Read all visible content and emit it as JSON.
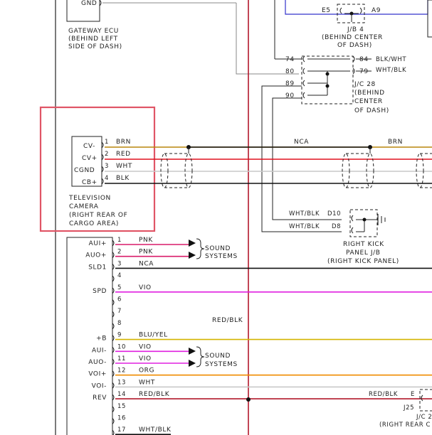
{
  "gateway": {
    "pin": "GND",
    "label_lines": [
      "GATEWAY ECU",
      "(BEHIND LEFT",
      "SIDE OF DASH)"
    ]
  },
  "jb4": {
    "pins": [
      "E5",
      "A9"
    ],
    "label_lines": [
      "J/B 4",
      "(BEHIND CENTER",
      "OF DASH)"
    ]
  },
  "jc28": {
    "left_pins": [
      "74",
      "80",
      "89",
      "90"
    ],
    "right_pins": [
      "84",
      "79"
    ],
    "right_wires": [
      "BLK/WHT",
      "WHT/BLK"
    ],
    "label_lines": [
      "J/C 28",
      "(BEHIND",
      "CENTER",
      "OF DASH)"
    ]
  },
  "camera": {
    "pins": [
      {
        "name": "CV-",
        "num": "1",
        "wire": "BRN"
      },
      {
        "name": "CV+",
        "num": "2",
        "wire": "RED"
      },
      {
        "name": "CGND",
        "num": "3",
        "wire": "WHT"
      },
      {
        "name": "CB+",
        "num": "4",
        "wire": "BLK"
      }
    ],
    "label_lines": [
      "TELEVISION",
      "CAMERA",
      "(RIGHT REAR OF",
      "CARGO AREA)"
    ],
    "highlight_color": "#e05566"
  },
  "mid_labels": {
    "nca": "NCA",
    "brn": "BRN",
    "red_blk": "RED/BLK"
  },
  "kick_panel": {
    "wire1": "WHT/BLK",
    "pin1": "D10",
    "wire2": "WHT/BLK",
    "pin2": "D8",
    "label_lines": [
      "RIGHT KICK",
      "PANEL J/B",
      "(RIGHT KICK PANEL)"
    ]
  },
  "ecu": {
    "pins": [
      {
        "name": "AUI+",
        "num": "1",
        "wire": "PNK"
      },
      {
        "name": "AUO+",
        "num": "2",
        "wire": "PNK"
      },
      {
        "name": "SLD1",
        "num": "3",
        "wire": "NCA"
      },
      {
        "name": "",
        "num": "4",
        "wire": ""
      },
      {
        "name": "SPD",
        "num": "5",
        "wire": "VIO"
      },
      {
        "name": "",
        "num": "6",
        "wire": ""
      },
      {
        "name": "",
        "num": "7",
        "wire": ""
      },
      {
        "name": "",
        "num": "8",
        "wire": ""
      },
      {
        "name": "+B",
        "num": "9",
        "wire": "BLU/YEL"
      },
      {
        "name": "AUI-",
        "num": "10",
        "wire": "VIO"
      },
      {
        "name": "AUO-",
        "num": "11",
        "wire": "VIO"
      },
      {
        "name": "VOI+",
        "num": "12",
        "wire": "ORG"
      },
      {
        "name": "VOI-",
        "num": "13",
        "wire": "WHT"
      },
      {
        "name": "REV",
        "num": "14",
        "wire": "RED/BLK"
      },
      {
        "name": "",
        "num": "15",
        "wire": ""
      },
      {
        "name": "",
        "num": "16",
        "wire": ""
      },
      {
        "name": "",
        "num": "17",
        "wire": "WHT/BLK"
      }
    ]
  },
  "sound_systems": [
    "SOUND",
    "SYSTEMS"
  ],
  "jc25": {
    "wire": "RED/BLK",
    "pin": "E",
    "label": "J25",
    "sub_label": "J/C 2",
    "location": "(RIGHT REAR C"
  },
  "colors": {
    "brn": "#b8860b",
    "red": "#e0101e",
    "wht": "#c9c9c9",
    "blk": "#111111",
    "pnk": "#d81b6a",
    "vio": "#e020e0",
    "blu_yel": "#d4b400",
    "org": "#f08c00",
    "red_blk": "#b2182b",
    "blue_box": "#3333cc"
  }
}
